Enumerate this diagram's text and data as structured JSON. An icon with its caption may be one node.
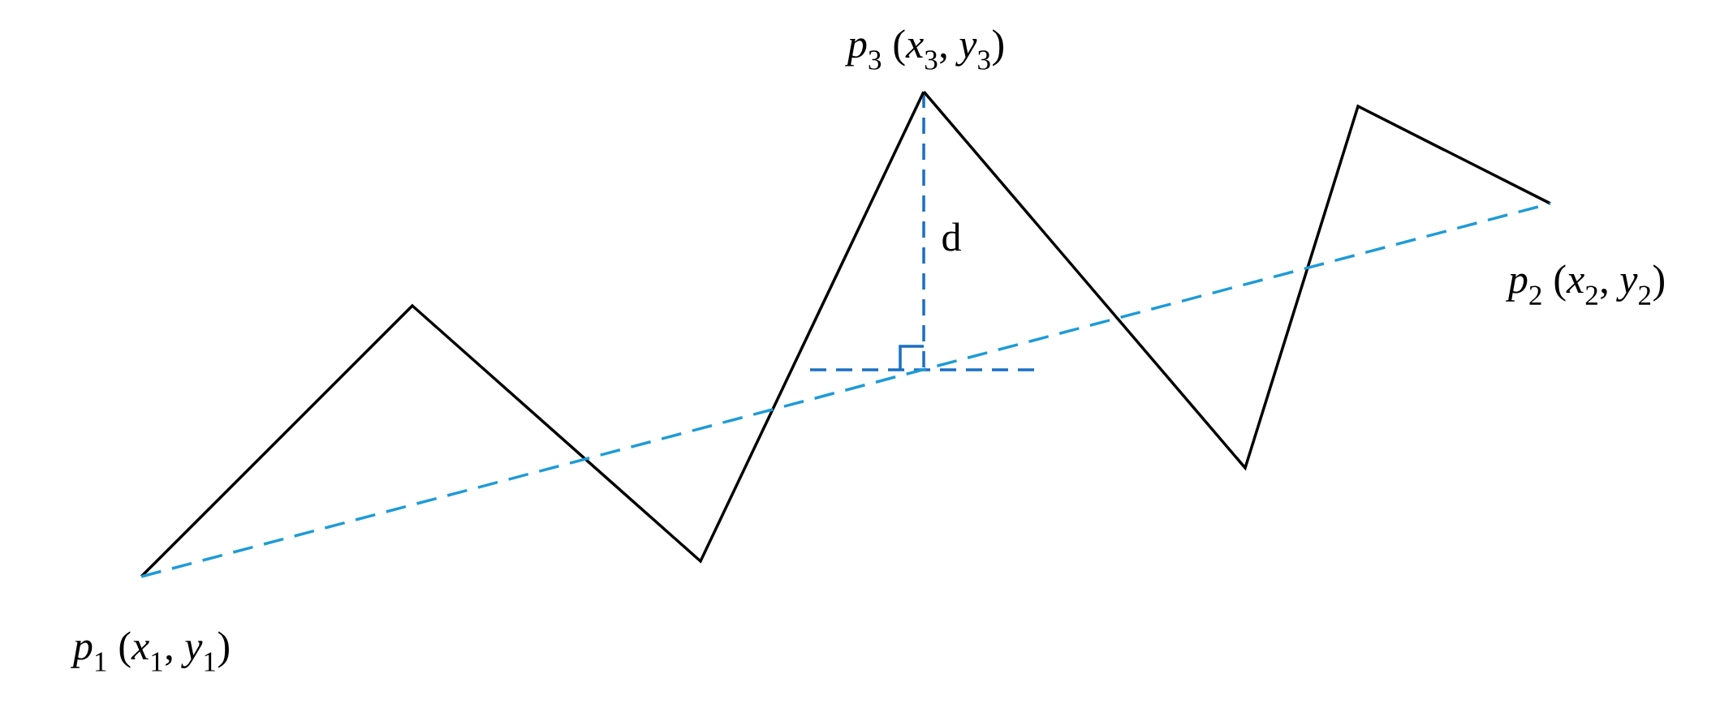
{
  "diagram": {
    "nodes": [
      {
        "text": [
          "*p*$_{1}$ (*x*$_{1}$, *y*$_{1}$)"
        ]
      },
      {
        "text": [
          "*p*$_{2}$ (*x*$_{2}$, *y*$_{2}$)"
        ]
      },
      {
        "text": [
          "*p*$_{3}$ (*x*$_{3}$, *y*$_{3}$)"
        ]
      }
    ],
    "edges": [
      {
        "from": 0,
        "to": 2,
        "arrow": "none"
      },
      {
        "from": 2,
        "to": 1,
        "arrow": "none"
      },
      {
        "from": 0,
        "to": 1,
        "arrow": "none",
        "style": "dashed",
        "color": "#1e9bd7"
      }
    ],
    "labels": [
      "d"
    ]
  }
}
